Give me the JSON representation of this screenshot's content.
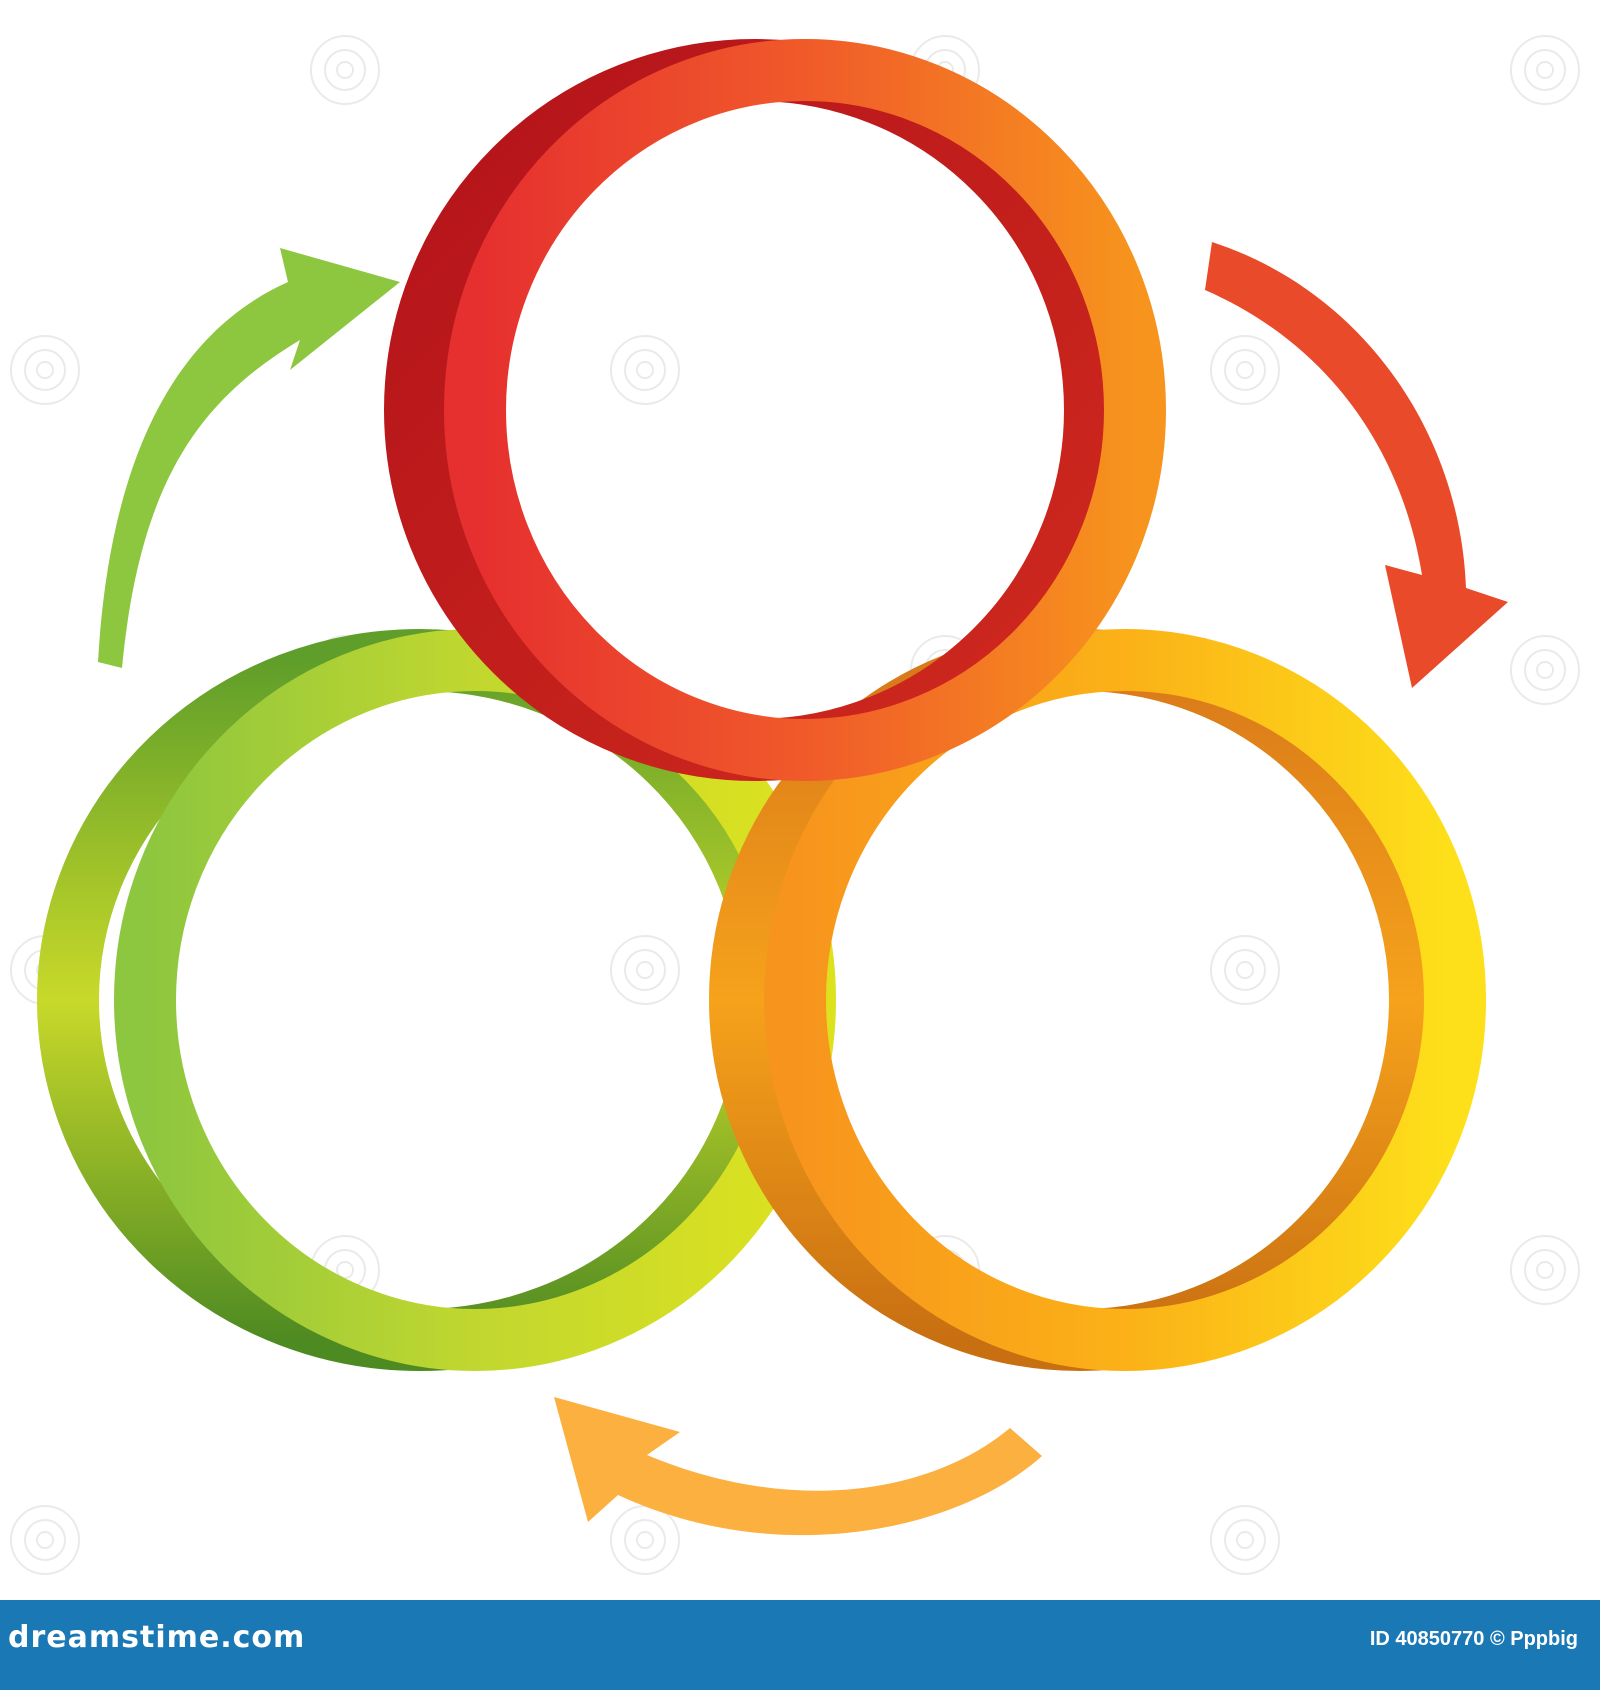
{
  "colors": {
    "red": "#e83b2c",
    "orange": "#f7941d",
    "yellow": "#fcd116",
    "green": "#8dc63f",
    "lime": "#d7df23",
    "footer": "#1a79b5"
  },
  "footer": {
    "brand": "dreamstime.com",
    "id_text": "ID 40850770 © Pppbig"
  },
  "diagram": {
    "rings": [
      {
        "name": "top-ring",
        "color": "red-orange"
      },
      {
        "name": "left-ring",
        "color": "green-lime"
      },
      {
        "name": "right-ring",
        "color": "orange-yellow"
      }
    ],
    "arrows": [
      {
        "name": "green-arrow",
        "direction": "clockwise"
      },
      {
        "name": "red-arrow",
        "direction": "clockwise"
      },
      {
        "name": "orange-arrow",
        "direction": "clockwise"
      }
    ]
  }
}
